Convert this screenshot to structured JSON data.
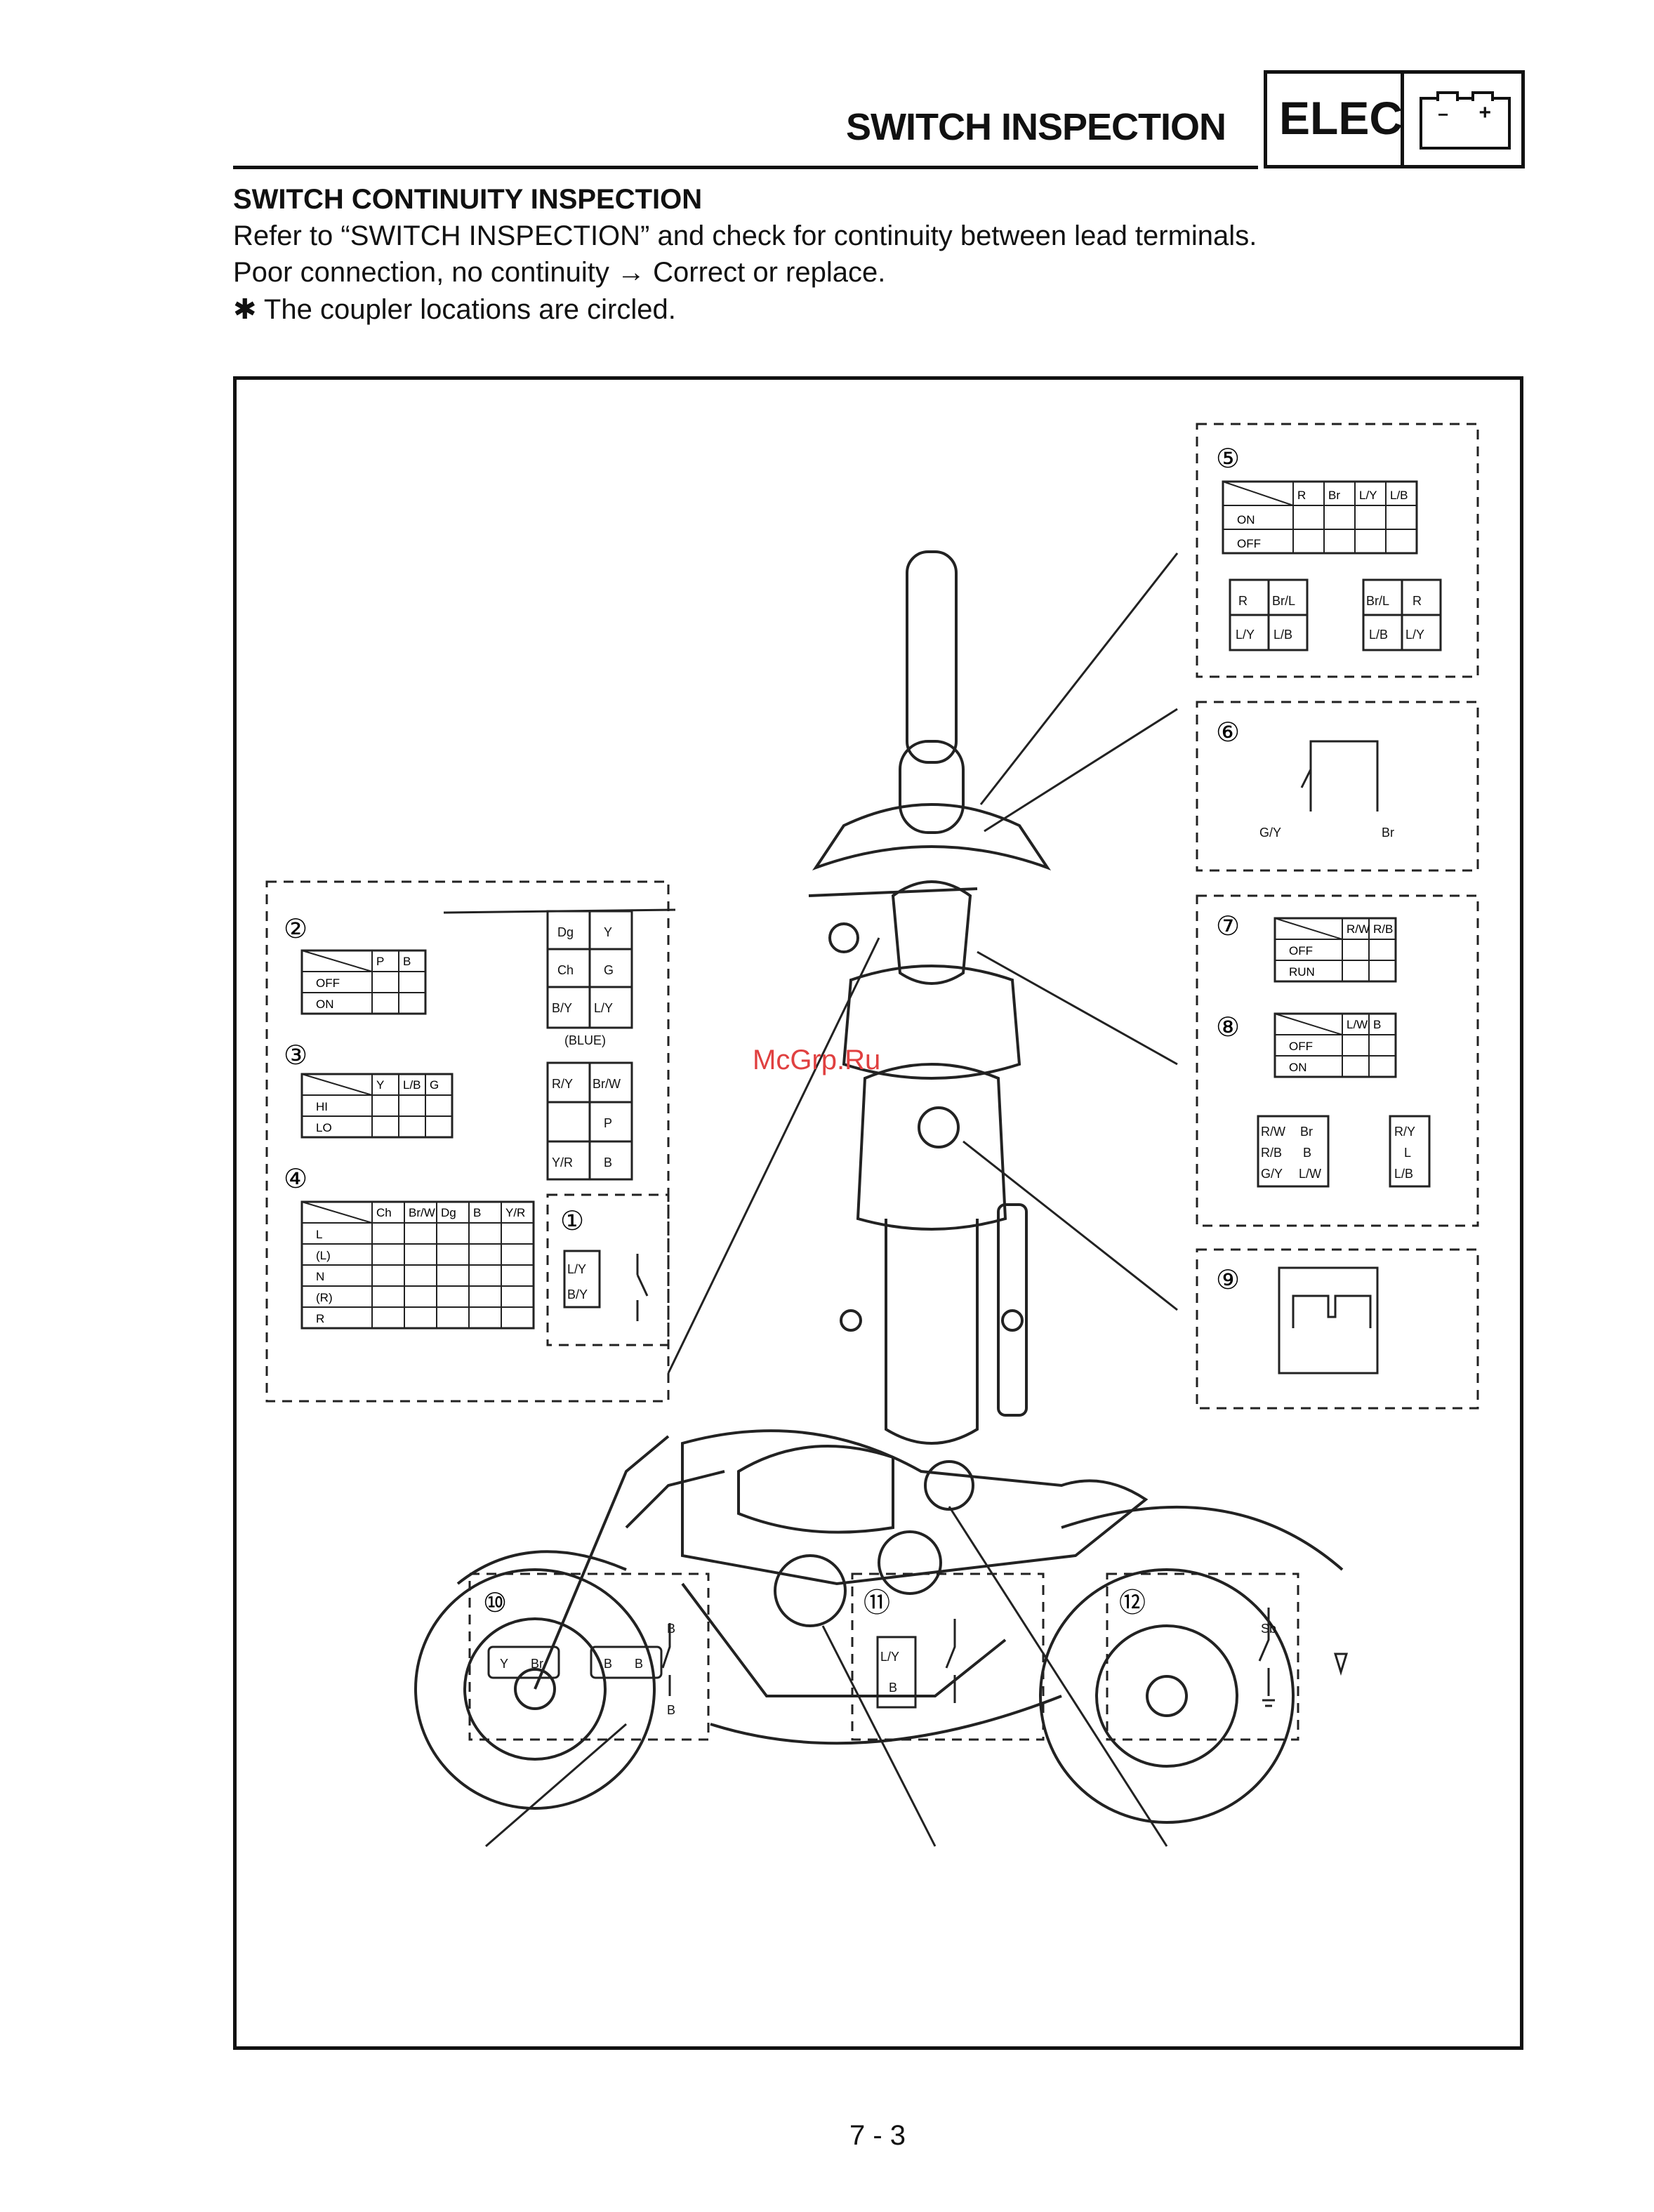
{
  "header": {
    "title": "SWITCH INSPECTION",
    "badge_label": "ELEC",
    "battery_icon": "battery-icon",
    "battery_minus": "−",
    "battery_plus": "+"
  },
  "intro": {
    "heading": "SWITCH CONTINUITY INSPECTION",
    "line1": "Refer to “SWITCH INSPECTION” and check for continuity between lead terminals.",
    "line2": "Poor connection, no continuity → Correct or replace.",
    "line3": "✱ The coupler locations are circled."
  },
  "watermark": "McGrp.Ru",
  "page_number": "7 - 3",
  "callouts": {
    "n1": "①",
    "n2": "②",
    "n3": "③",
    "n4": "④",
    "n5": "⑤",
    "n6": "⑥",
    "n7": "⑦",
    "n8": "⑧",
    "n9": "⑨",
    "n10": "⑩",
    "n11": "⑪",
    "n12": "⑫"
  },
  "tables": {
    "t5": {
      "cols": [
        "R",
        "Br",
        "L/Y",
        "L/B"
      ],
      "rows": [
        "ON",
        "OFF"
      ]
    },
    "t2": {
      "cols": [
        "P",
        "B"
      ],
      "rows": [
        "OFF",
        "ON"
      ]
    },
    "t3": {
      "cols": [
        "Y",
        "L/B",
        "G"
      ],
      "rows": [
        "HI",
        "LO"
      ]
    },
    "t4": {
      "cols": [
        "Ch",
        "Br/W",
        "Dg",
        "B",
        "Y/R"
      ],
      "rows": [
        "L",
        "(L)",
        "N",
        "(R)",
        "R"
      ]
    },
    "t7": {
      "cols": [
        "R/W",
        "R/B"
      ],
      "rows": [
        "OFF",
        "RUN"
      ]
    },
    "t8": {
      "cols": [
        "L/W",
        "B"
      ],
      "rows": [
        "OFF",
        "ON"
      ]
    }
  },
  "couplers": {
    "c5a": [
      "R",
      "Br/L",
      "L/Y",
      "L/B"
    ],
    "c5b": [
      "Br/L",
      "R",
      "L/B",
      "L/Y"
    ],
    "c2": [
      "Dg",
      "Y",
      "Ch",
      "G",
      "B/Y",
      "L/Y"
    ],
    "c2_note": "(BLUE)",
    "c3": [
      "R/Y",
      "Br/W",
      "P",
      "Y/R",
      "B"
    ],
    "c1": [
      "L/Y",
      "B/Y"
    ],
    "c6": [
      "G/Y",
      "Br"
    ],
    "c8a": [
      "R/W",
      "Br",
      "R/B",
      "B",
      "G/Y",
      "L/W"
    ],
    "c8b": [
      "R/Y",
      "L",
      "L/B"
    ],
    "c10": [
      "Y",
      "Br",
      "B",
      "B"
    ],
    "c10_wire": [
      "B",
      "B"
    ],
    "c11": [
      "L/Y",
      "B"
    ],
    "c12": [
      "Sb"
    ]
  }
}
